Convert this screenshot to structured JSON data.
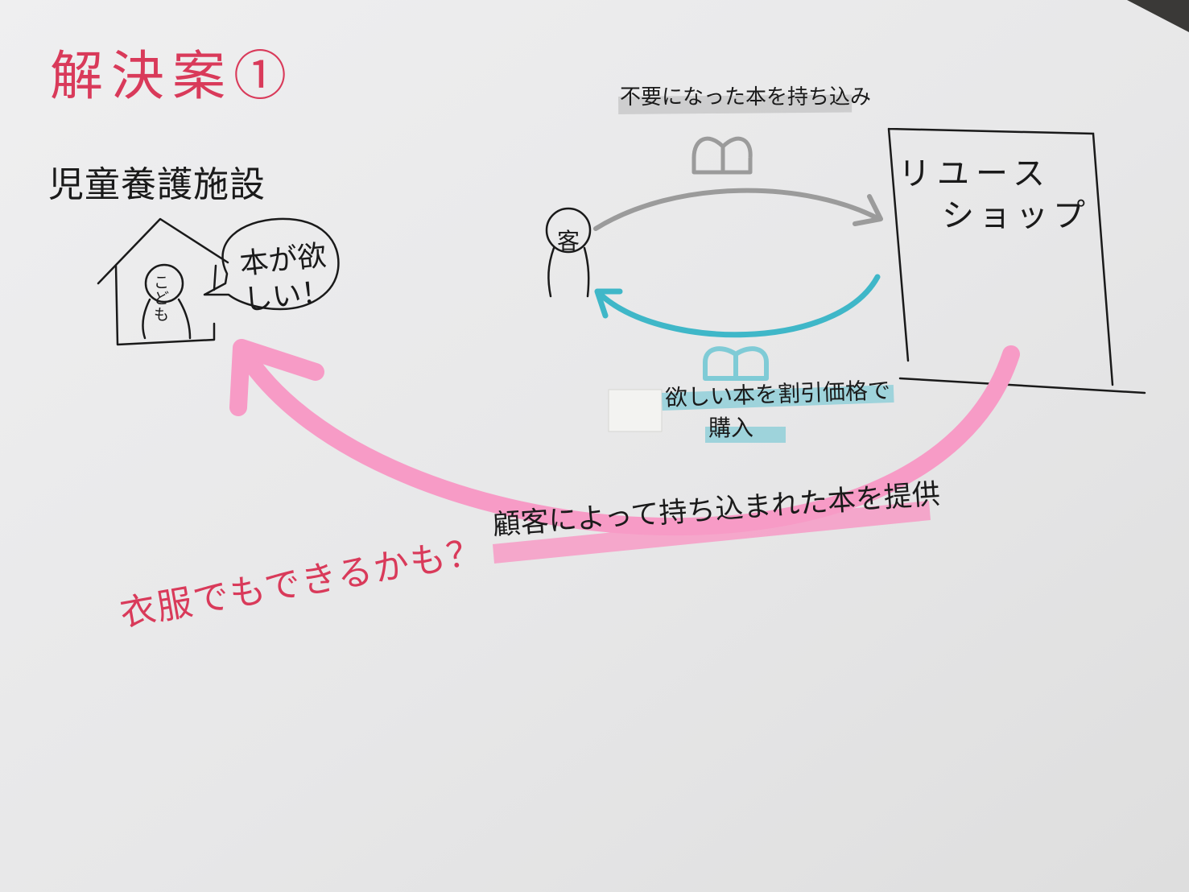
{
  "title": "解決案①",
  "facility_label": "児童養護施設",
  "speech_bubble": "本が欲しい！",
  "child_label": "こども",
  "customer_label": "客",
  "shop_label": {
    "line1": "リユース",
    "line2": "ショップ"
  },
  "flow_bring_in": "不要になった本を持ち込み",
  "flow_purchase": {
    "line1": "欲しい本を割引価格で",
    "line2": "購入"
  },
  "flow_provide": "顧客によって持ち込まれた本を提供",
  "note": "衣服でもできるかも？",
  "colors": {
    "title_ink": "#d93a5a",
    "pen": "#1a1a1a",
    "highlighter_pink": "#f79bc6",
    "highlighter_blue": "#7fcbd6",
    "marker_gray": "#9b9b9b",
    "paper": "#ebebea"
  },
  "icons": [
    "house-icon",
    "person-icon",
    "book-icon",
    "speech-bubble-icon",
    "arrow-icon"
  ]
}
